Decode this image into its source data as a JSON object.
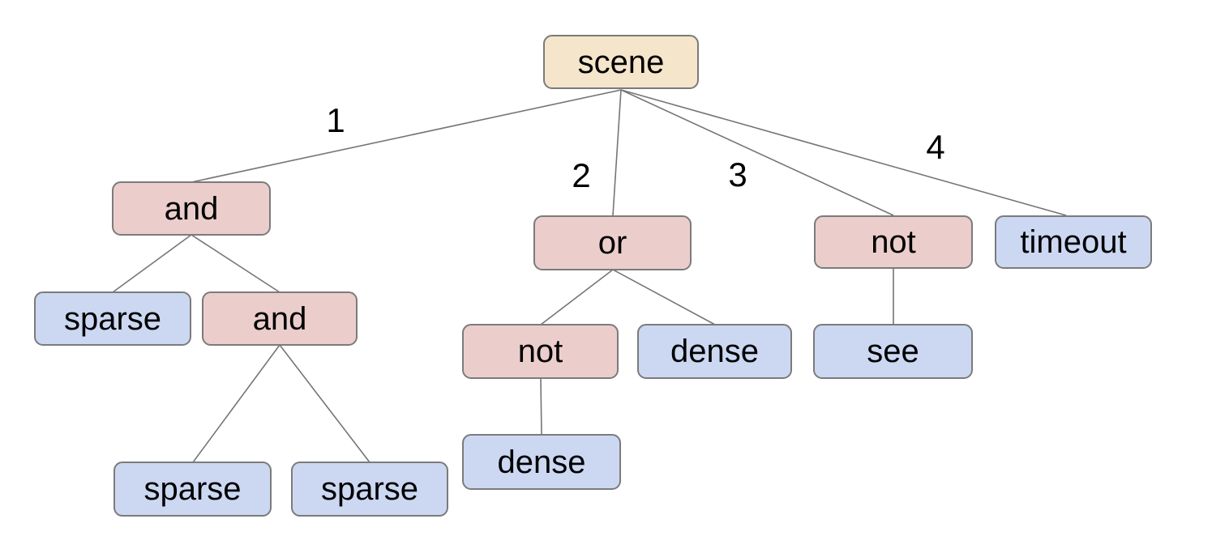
{
  "diagram": {
    "kind": "tree",
    "root_id": "scene"
  },
  "colors": {
    "background": "#ffffff",
    "root_fill": "#f5e5cb",
    "operator_fill": "#ebcecc",
    "leaf_fill": "#ccd8f2",
    "border": "#7b7b7b",
    "edge": "#757575",
    "text": "#000000"
  },
  "nodes": [
    {
      "id": "scene",
      "label": "scene",
      "type": "root"
    },
    {
      "id": "and-1",
      "label": "and",
      "type": "operator"
    },
    {
      "id": "or-1",
      "label": "or",
      "type": "operator"
    },
    {
      "id": "not-1",
      "label": "not",
      "type": "operator"
    },
    {
      "id": "timeout-1",
      "label": "timeout",
      "type": "leaf"
    },
    {
      "id": "sparse-1",
      "label": "sparse",
      "type": "leaf"
    },
    {
      "id": "and-2",
      "label": "and",
      "type": "operator"
    },
    {
      "id": "not-2",
      "label": "not",
      "type": "operator"
    },
    {
      "id": "dense-1",
      "label": "dense",
      "type": "leaf"
    },
    {
      "id": "see-1",
      "label": "see",
      "type": "leaf"
    },
    {
      "id": "sparse-2",
      "label": "sparse",
      "type": "leaf"
    },
    {
      "id": "sparse-3",
      "label": "sparse",
      "type": "leaf"
    },
    {
      "id": "dense-2",
      "label": "dense",
      "type": "leaf"
    }
  ],
  "edges": [
    {
      "from": "scene",
      "to": "and-1",
      "label": "1"
    },
    {
      "from": "scene",
      "to": "or-1",
      "label": "2"
    },
    {
      "from": "scene",
      "to": "not-1",
      "label": "3"
    },
    {
      "from": "scene",
      "to": "timeout-1",
      "label": "4"
    },
    {
      "from": "and-1",
      "to": "sparse-1",
      "label": ""
    },
    {
      "from": "and-1",
      "to": "and-2",
      "label": ""
    },
    {
      "from": "or-1",
      "to": "not-2",
      "label": ""
    },
    {
      "from": "or-1",
      "to": "dense-1",
      "label": ""
    },
    {
      "from": "not-1",
      "to": "see-1",
      "label": ""
    },
    {
      "from": "and-2",
      "to": "sparse-2",
      "label": ""
    },
    {
      "from": "and-2",
      "to": "sparse-3",
      "label": ""
    },
    {
      "from": "not-2",
      "to": "dense-2",
      "label": ""
    }
  ]
}
